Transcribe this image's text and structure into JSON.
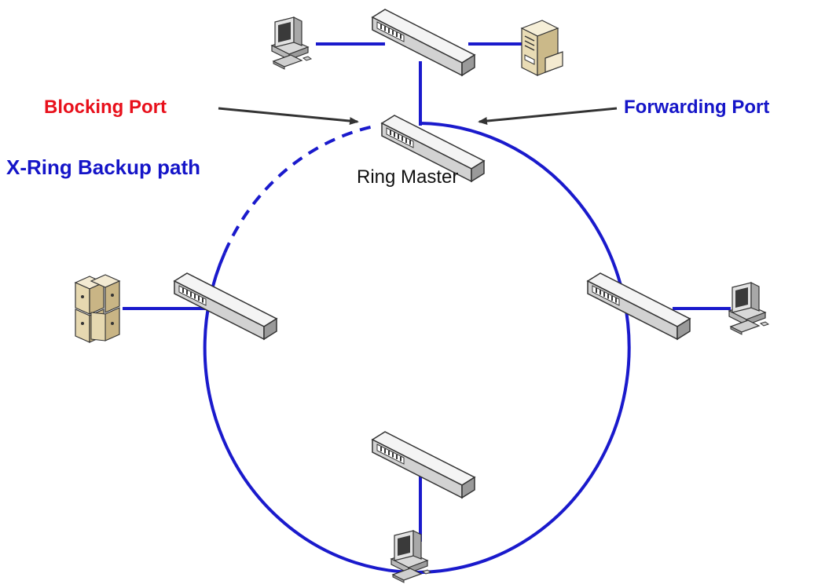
{
  "labels": {
    "blocking_port": "Blocking Port",
    "forwarding_port": "Forwarding Port",
    "backup_path": "X-Ring Backup path",
    "ring_master": "Ring Master"
  },
  "colors": {
    "blocking_label": "#e8101b",
    "forwarding_label": "#1515c8",
    "backup_label": "#1515c8",
    "ring_line": "#1a1acc",
    "arrow": "#333333"
  },
  "icons": {
    "switch": "network-switch-icon",
    "workstation": "desktop-computer-icon",
    "server": "tower-server-icon",
    "server_cluster": "server-cluster-icon"
  }
}
